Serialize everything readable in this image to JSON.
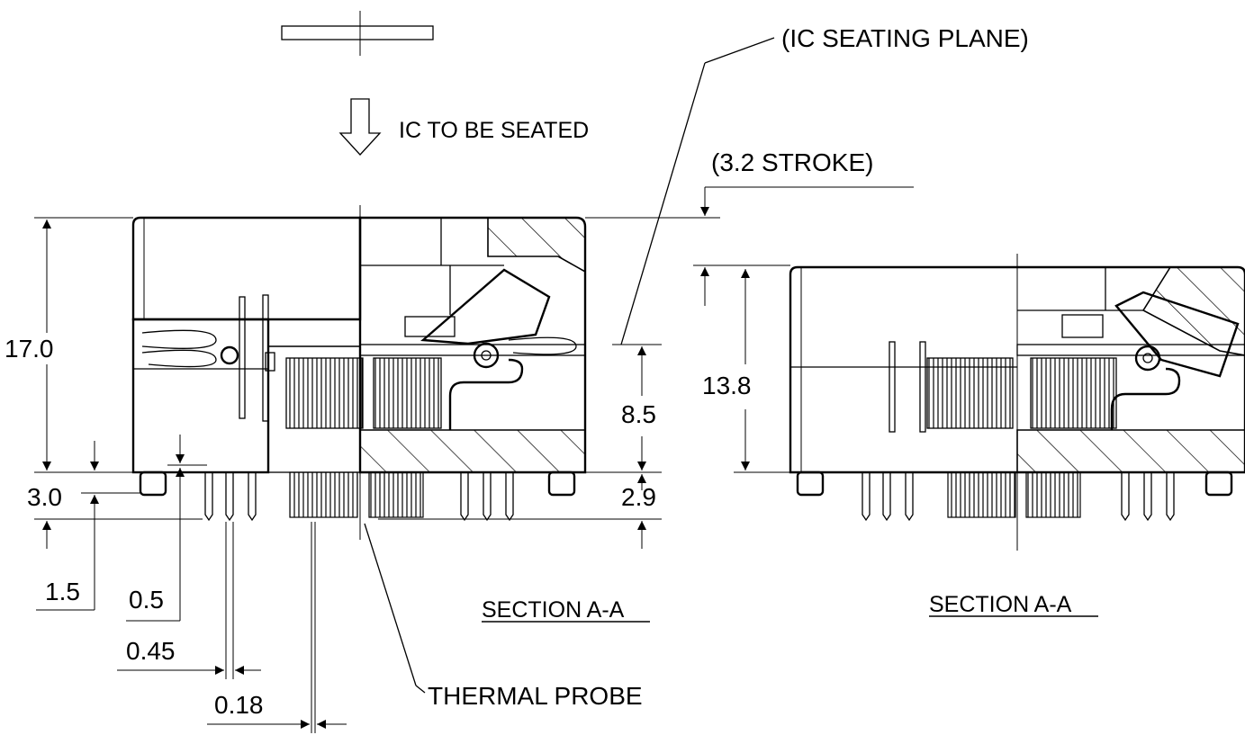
{
  "labels": {
    "ic_seating_plane": "(IC SEATING PLANE)",
    "ic_to_be_seated": "IC TO BE SEATED",
    "stroke": "(3.2 STROKE)",
    "thermal_probe": "THERMAL PROBE",
    "section_left": "SECTION A-A",
    "section_right": "SECTION A-A"
  },
  "dimensions": {
    "height_open": "17.0",
    "height_closed": "13.8",
    "seat_height": "8.5",
    "pin_length": "2.9",
    "standoff_total": "3.0",
    "standoff_a": "1.5",
    "standoff_b": "0.5",
    "pin_pitch": "0.45",
    "probe_width": "0.18"
  }
}
